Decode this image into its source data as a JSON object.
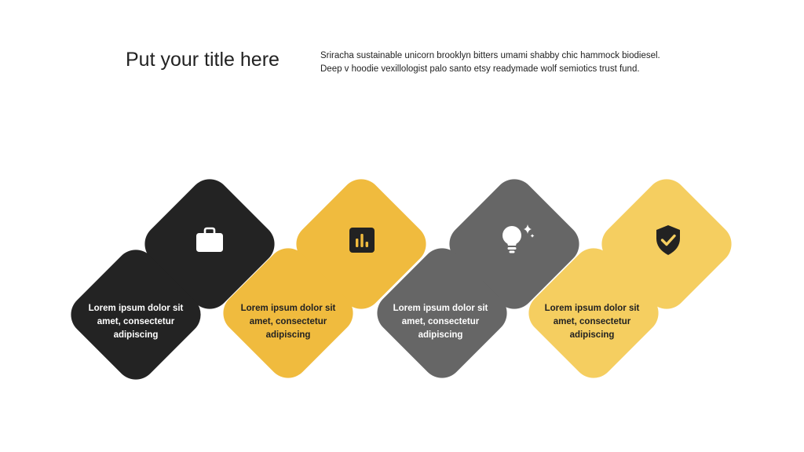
{
  "header": {
    "title": "Put your title here",
    "description_line1": "Sriracha sustainable unicorn brooklyn bitters umami shabby chic hammock biodiesel.",
    "description_line2": "Deep v hoodie vexillologist palo santo etsy readymade wolf semiotics trust fund."
  },
  "colors": {
    "dark": "#232323",
    "gold": "#f0bb3e",
    "gray": "#666666",
    "yellow": "#f5ce60"
  },
  "items": [
    {
      "icon": "briefcase-icon",
      "text": "Lorem ipsum dolor sit amet, consectetur adipiscing"
    },
    {
      "icon": "bar-chart-icon",
      "text": "Lorem ipsum dolor sit amet, consectetur adipiscing"
    },
    {
      "icon": "lightbulb-icon",
      "text": "Lorem ipsum dolor sit amet, consectetur adipiscing"
    },
    {
      "icon": "shield-check-icon",
      "text": "Lorem ipsum dolor sit amet, consectetur adipiscing"
    }
  ]
}
